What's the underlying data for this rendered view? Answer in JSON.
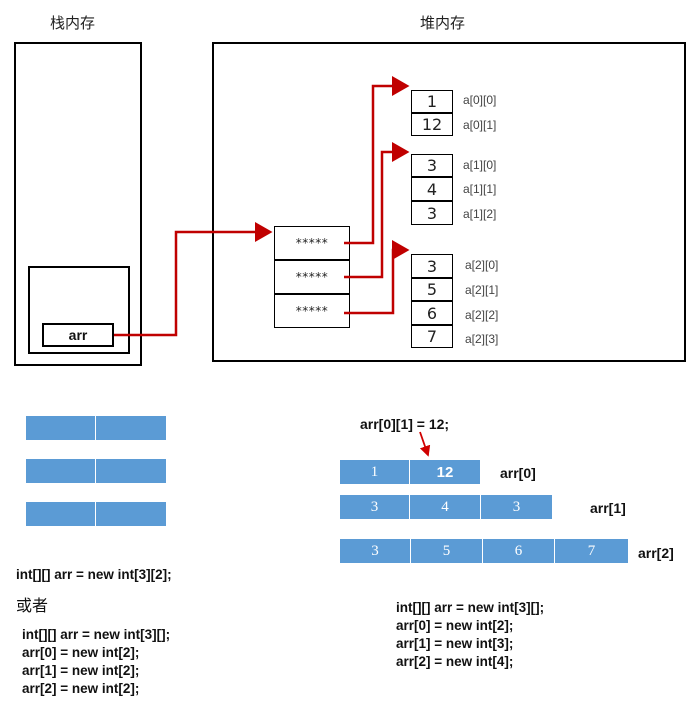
{
  "memory": {
    "stack_title": "栈内存",
    "heap_title": "堆内存",
    "arr_label": "arr",
    "pointers": [
      "*****",
      "*****",
      "*****"
    ],
    "rows": [
      {
        "values": [
          "1",
          "12"
        ],
        "labels": [
          "a[0][0]",
          "a[0][1]"
        ]
      },
      {
        "values": [
          "3",
          "4",
          "3"
        ],
        "labels": [
          "a[1][0]",
          "a[1][1]",
          "a[1][2]"
        ]
      },
      {
        "values": [
          "3",
          "5",
          "6",
          "7"
        ],
        "labels": [
          "a[2][0]",
          "a[2][1]",
          "a[2][2]",
          "a[2][3]"
        ]
      }
    ]
  },
  "left_code": {
    "line1": "int[][] arr = new int[3][2];",
    "or": "或者",
    "lines": [
      "int[][] arr = new int[3][];",
      "arr[0] = new int[2];",
      "arr[1] = new int[2];",
      "arr[2] = new int[2];"
    ]
  },
  "right": {
    "annotation": "arr[0][1] = 12;",
    "arrays": [
      {
        "label": "arr[0]",
        "values": [
          "1",
          "12"
        ]
      },
      {
        "label": "arr[1]",
        "values": [
          "3",
          "4",
          "3"
        ]
      },
      {
        "label": "arr[2]",
        "values": [
          "3",
          "5",
          "6",
          "7"
        ]
      }
    ],
    "code": [
      "int[][] arr = new int[3][];",
      "arr[0] = new int[2];",
      "arr[1] = new int[3];",
      "arr[2] = new int[4];"
    ]
  },
  "colors": {
    "arrow": "#c00000",
    "bar": "#5b9bd5"
  }
}
